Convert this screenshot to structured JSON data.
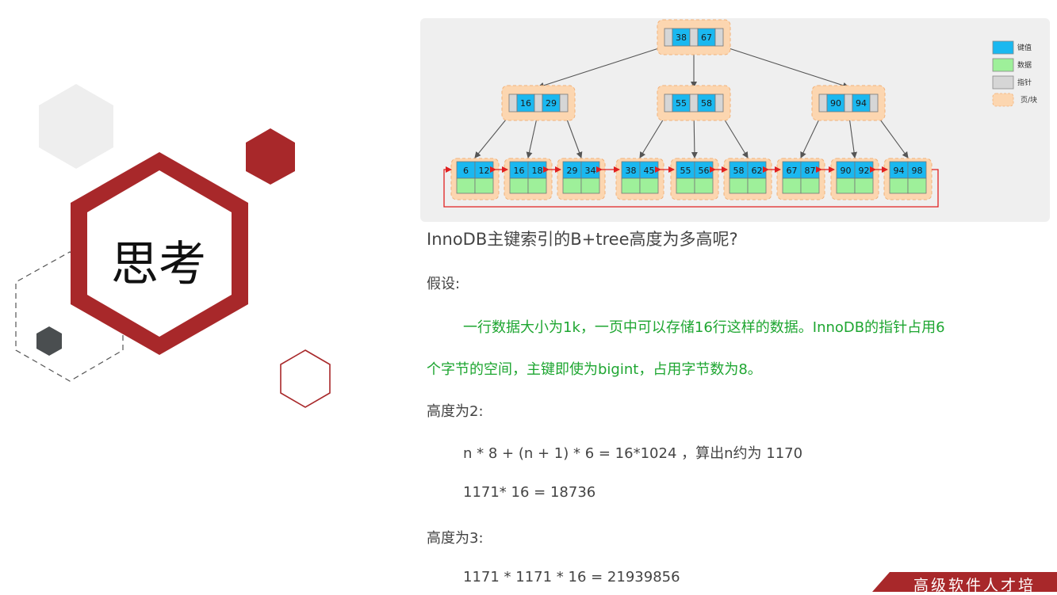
{
  "slide": {
    "title": "思考",
    "question": "InnoDB主键索引的B+tree高度为多高呢?",
    "assumption_label": "假设:",
    "assumption_line1": "一行数据大小为1k，一页中可以存储16行这样的数据。InnoDB的指针占用6",
    "assumption_line2": "个字节的空间，主键即使为bigint，占用字节数为8。",
    "height2_label": "高度为2:",
    "height2_formula": "n * 8 + (n + 1) * 6 = 16*1024 ，算出n约为 1170",
    "height2_result": "1171* 16 = 18736",
    "height3_label": "高度为3:",
    "height3_result": "1171 * 1171 * 16 = 21939856",
    "brand": "高级软件人才培"
  },
  "diagram": {
    "legend": [
      "键值",
      "数据",
      "指针",
      "页/块"
    ],
    "root": [
      "38",
      "67"
    ],
    "internal": [
      [
        "16",
        "29"
      ],
      [
        "55",
        "58"
      ],
      [
        "90",
        "94"
      ]
    ],
    "leaves": [
      [
        "6",
        "12"
      ],
      [
        "16",
        "18"
      ],
      [
        "29",
        "34"
      ],
      [
        "38",
        "45"
      ],
      [
        "55",
        "56"
      ],
      [
        "58",
        "62"
      ],
      [
        "67",
        "87"
      ],
      [
        "90",
        "92"
      ],
      [
        "94",
        "98"
      ]
    ]
  },
  "colors": {
    "accent_red": "#a8282a",
    "key_blue": "#1ab8f0",
    "data_green": "#9ef09a",
    "pointer_gray": "#d6d6d6",
    "page_orange": "#fcd6b0",
    "text_green": "#1ea631",
    "dark_hex": "#4a4e50"
  }
}
